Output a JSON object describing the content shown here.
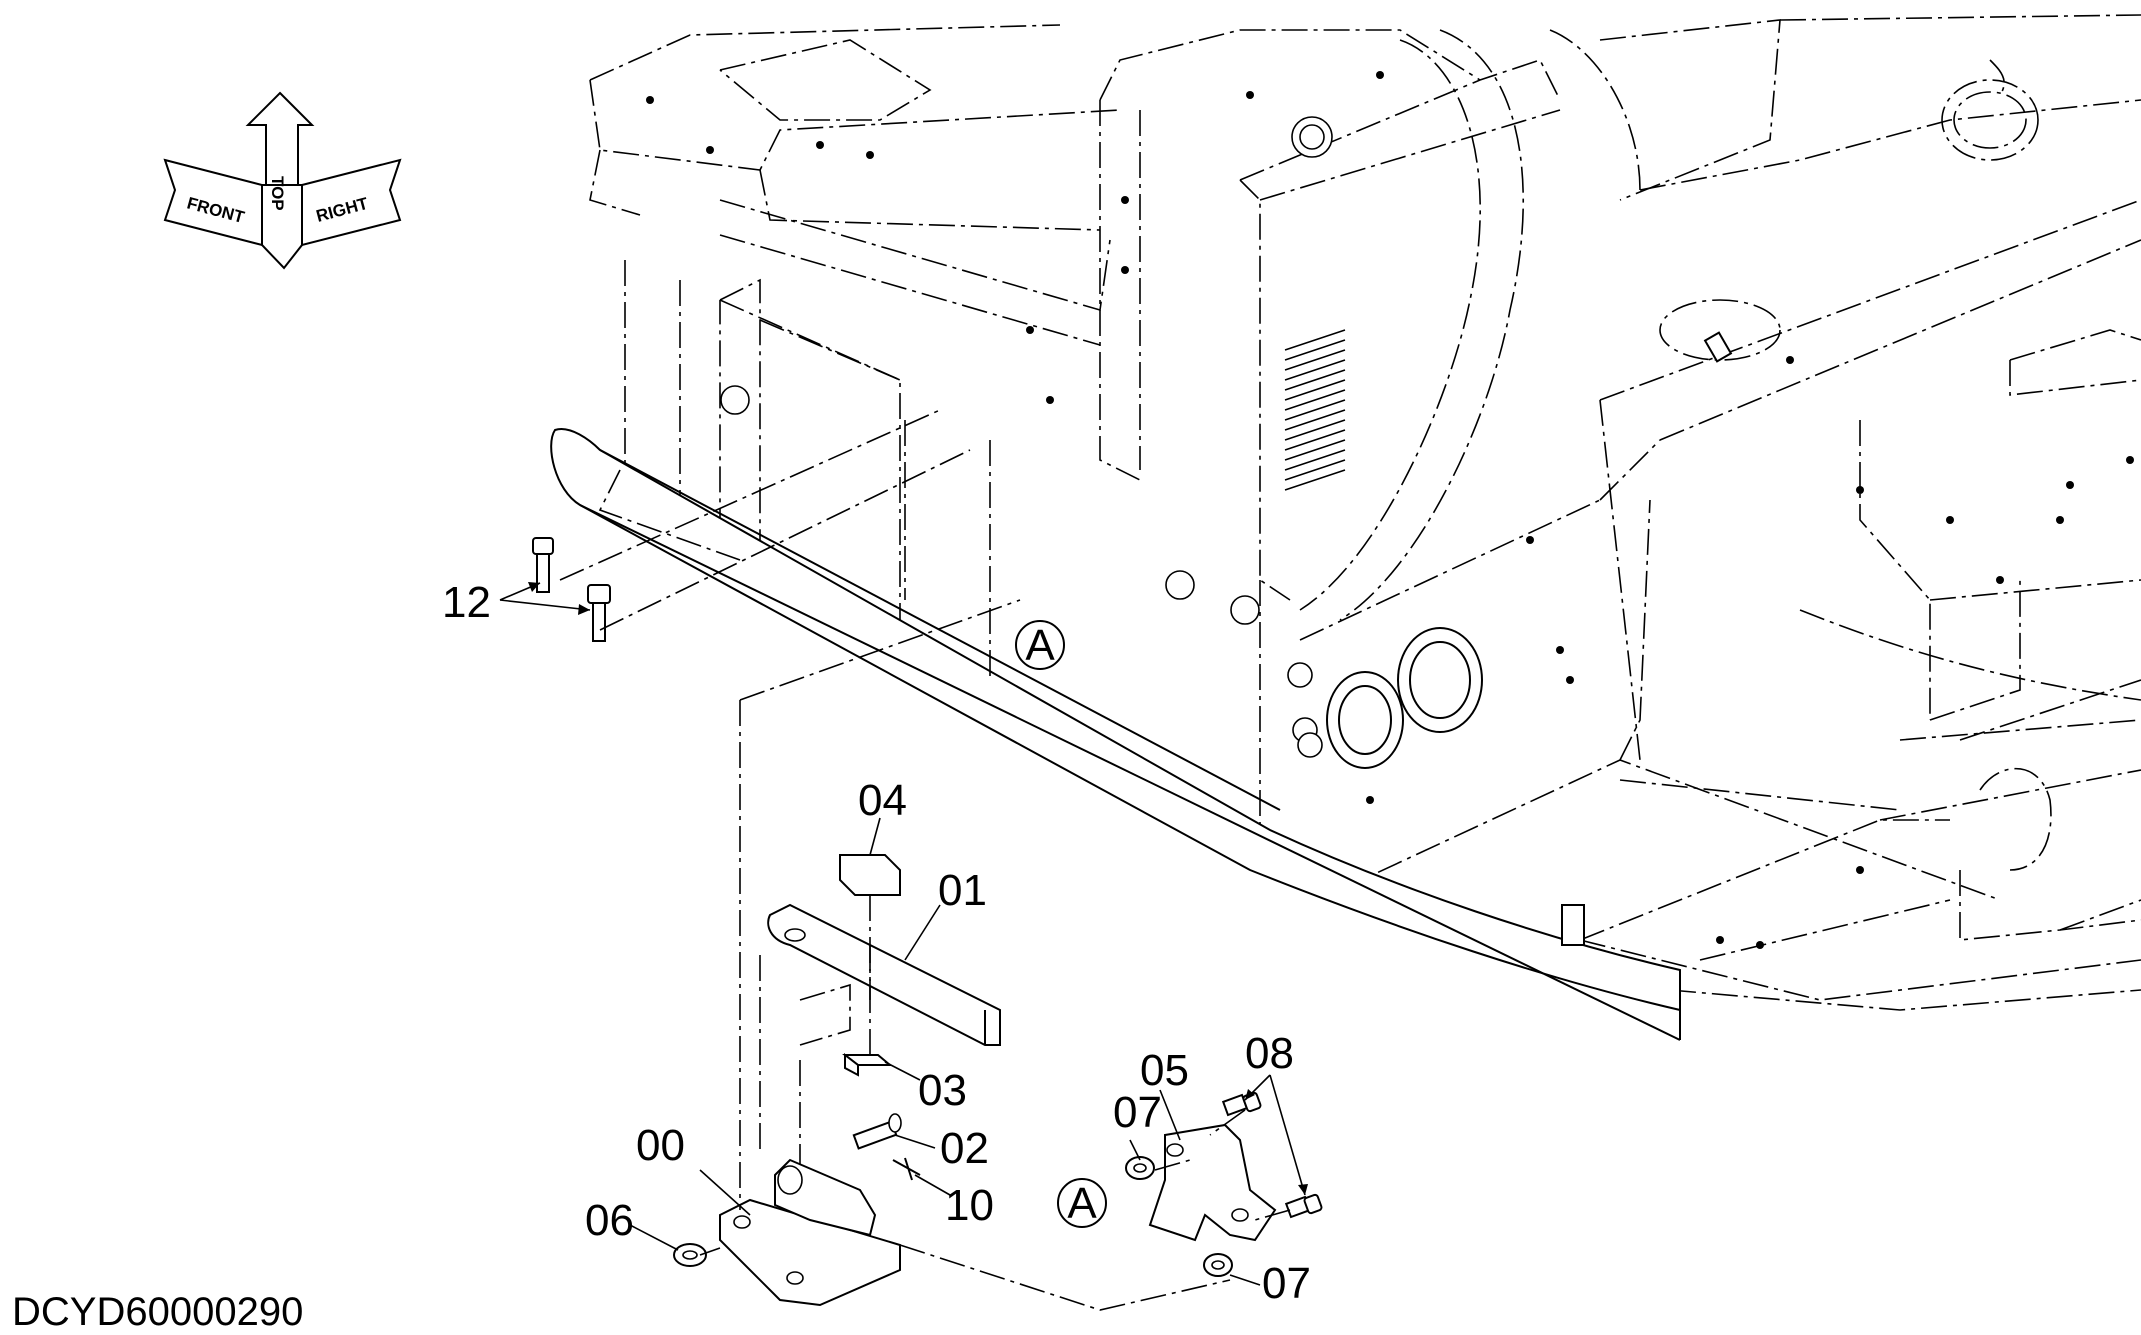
{
  "drawing_id": "DCYD60000290",
  "orientation": {
    "top": "TOP",
    "front": "FRONT",
    "right": "RIGHT"
  },
  "callouts": [
    {
      "id": "00",
      "label": "00"
    },
    {
      "id": "01",
      "label": "01"
    },
    {
      "id": "02",
      "label": "02"
    },
    {
      "id": "03",
      "label": "03"
    },
    {
      "id": "04",
      "label": "04"
    },
    {
      "id": "05",
      "label": "05"
    },
    {
      "id": "06",
      "label": "06"
    },
    {
      "id": "07a",
      "label": "07"
    },
    {
      "id": "07b",
      "label": "07"
    },
    {
      "id": "08",
      "label": "08"
    },
    {
      "id": "10",
      "label": "10"
    },
    {
      "id": "12",
      "label": "12"
    }
  ],
  "detail_markers": [
    {
      "id": "upper",
      "label": "A"
    },
    {
      "id": "lower",
      "label": "A"
    }
  ]
}
